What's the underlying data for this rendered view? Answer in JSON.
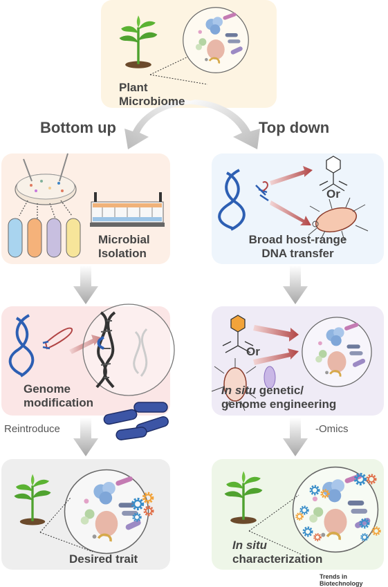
{
  "top": {
    "line1": "Plant",
    "line2": "Microbiome"
  },
  "branches": {
    "left": "Bottom up",
    "right": "Top down"
  },
  "left_panels": {
    "isolation": {
      "line1": "Microbial",
      "line2": "Isolation"
    },
    "modification": {
      "line1": "Genome",
      "line2": "modification"
    },
    "trait": "Desired trait"
  },
  "right_panels": {
    "transfer": {
      "line1": "Broad host-range",
      "line2": "DNA transfer",
      "or": "Or"
    },
    "engineering": {
      "italic": "In situ",
      "rest": " genetic/",
      "line2": "genome engineering",
      "or": "Or"
    },
    "characterization": {
      "italic": "In situ",
      "line2": "characterization"
    }
  },
  "arrow_labels": {
    "reintroduce": "Reintroduce",
    "omics": "-Omics"
  },
  "footer": "Trends in Biotechnology",
  "colors": {
    "top_bg": "#fdf4e2",
    "iso_bg": "#fdefe6",
    "transfer_bg": "#eef5fc",
    "mod_bg": "#fbe6e6",
    "eng_bg": "#efebf6",
    "trait_bg": "#eeeeee",
    "char_bg": "#eef6e8"
  }
}
